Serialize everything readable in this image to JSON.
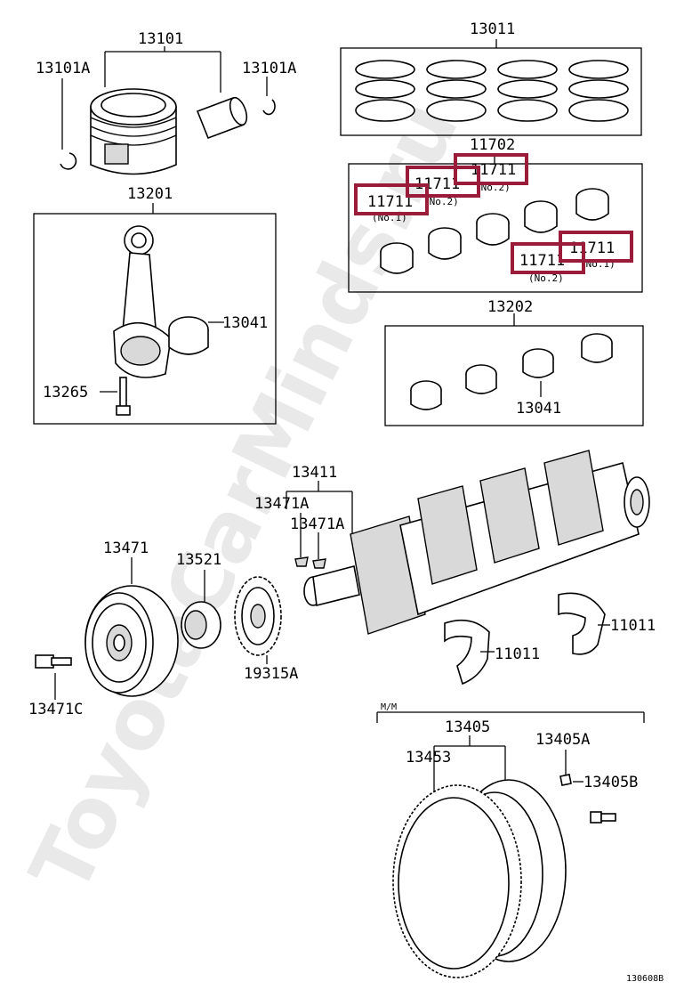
{
  "watermark": "ToyotaCarMinds.ru",
  "figure_code": "130608B",
  "variant_label": "M/M",
  "parts": {
    "p13101": "13101",
    "p13101A_left": "13101A",
    "p13101A_right": "13101A",
    "p13011": "13011",
    "p13201": "13201",
    "p13041_rod": "13041",
    "p13265": "13265",
    "p11702": "11702",
    "p11711_a": "11711",
    "p11711_b": "11711",
    "p11711_c": "11711",
    "p11711_d": "11711",
    "p11711_e": "11711",
    "sub_no1_a": "(No.1)",
    "sub_no2_b": "(No.2)",
    "sub_no2_c": "(No.2)",
    "sub_no2_d": "(No.2)",
    "sub_no1_e": "(No.1)",
    "p13202": "13202",
    "p13041_main": "13041",
    "p13411": "13411",
    "p13471A_a": "13471A",
    "p13471A_b": "13471A",
    "p13471": "13471",
    "p13521": "13521",
    "p19315A": "19315A",
    "p13471C": "13471C",
    "p11011_a": "11011",
    "p11011_b": "11011",
    "p13405": "13405",
    "p13453": "13453",
    "p13405A": "13405A",
    "p13405B": "13405B"
  },
  "highlight_color": "#9b1b3a"
}
